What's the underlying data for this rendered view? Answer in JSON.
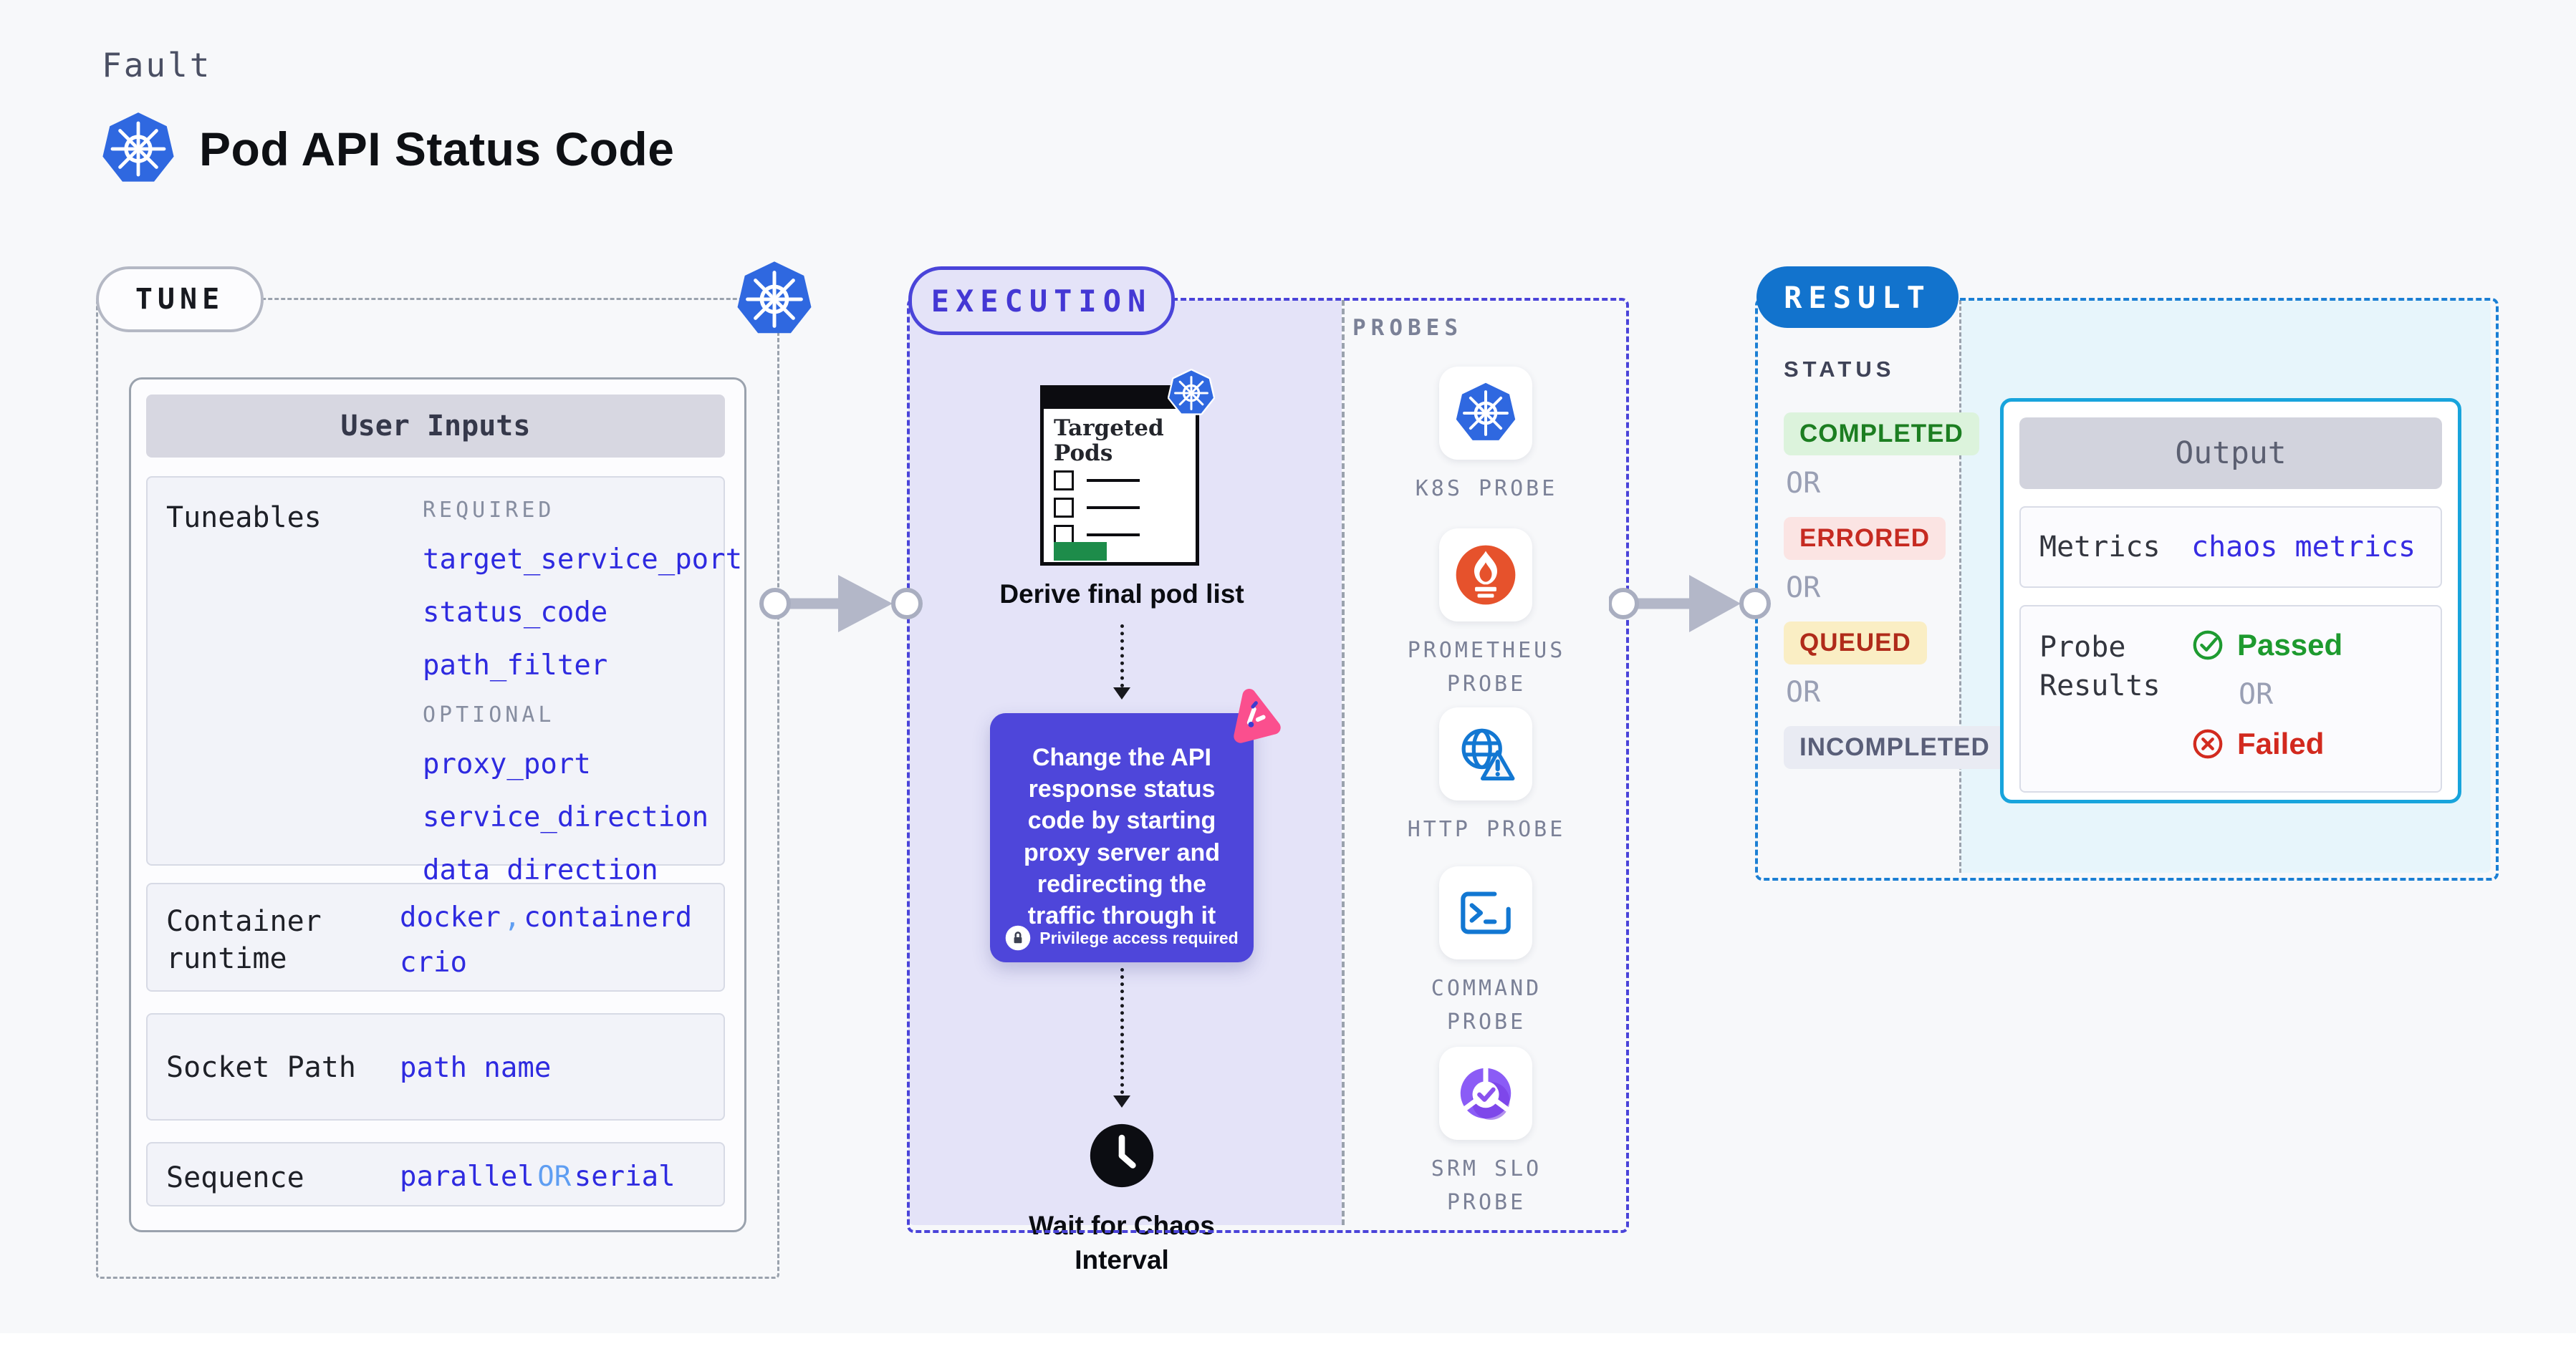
{
  "header": {
    "kind": "Fault",
    "title": "Pod API Status Code"
  },
  "tune": {
    "pill": "TUNE",
    "table_title": "User Inputs",
    "tuneables": {
      "label": "Tuneables",
      "required_tag": "REQUIRED",
      "required": [
        "target_service_port",
        "status_code",
        "path_filter"
      ],
      "optional_tag": "OPTIONAL",
      "optional": [
        "proxy_port",
        "service_direction",
        "data_direction"
      ]
    },
    "runtime": {
      "label": "Container\nruntime",
      "values": [
        "docker",
        "containerd",
        "crio"
      ],
      "separator": ","
    },
    "socket": {
      "label": "Socket Path",
      "value": "path name"
    },
    "sequence": {
      "label": "Sequence",
      "value_a": "parallel",
      "or": "OR",
      "value_b": "serial"
    }
  },
  "execution": {
    "pill": "EXECUTION",
    "window_title": "Targeted Pods",
    "step1_caption": "Derive final pod list",
    "action_text": "Change the API response status code by starting proxy server and redirecting the traffic through it",
    "privilege_note": "Privilege access required",
    "wait_caption": "Wait for Chaos Interval"
  },
  "probes": {
    "label": "PROBES",
    "items": [
      {
        "label": "K8S PROBE",
        "icon": "kubernetes-icon"
      },
      {
        "label": "PROMETHEUS PROBE",
        "icon": "prometheus-icon"
      },
      {
        "label": "HTTP PROBE",
        "icon": "http-globe-warning-icon"
      },
      {
        "label": "COMMAND PROBE",
        "icon": "terminal-icon"
      },
      {
        "label": "SRM SLO PROBE",
        "icon": "slo-pie-check-icon"
      }
    ]
  },
  "result": {
    "pill": "RESULT",
    "status_label": "STATUS",
    "or": "OR",
    "statuses": [
      {
        "text": "COMPLETED",
        "type": "completed"
      },
      {
        "text": "ERRORED",
        "type": "errored"
      },
      {
        "text": "QUEUED",
        "type": "queued"
      },
      {
        "text": "INCOMPLETED",
        "type": "incompleted"
      }
    ],
    "output": {
      "title": "Output",
      "metrics_label": "Metrics",
      "metrics_value": "chaos metrics",
      "probe_results_label": "Probe\nResults",
      "passed": "Passed",
      "or": "OR",
      "failed": "Failed"
    }
  },
  "colors": {
    "accent_indigo": "#4a44d9",
    "accent_blue": "#1273cd",
    "accent_cyan": "#18a4dc",
    "code_blue": "#2e2ae0",
    "passed_green": "#1d9a2e",
    "failed_red": "#d2291e",
    "action_purple": "#4e46da"
  }
}
